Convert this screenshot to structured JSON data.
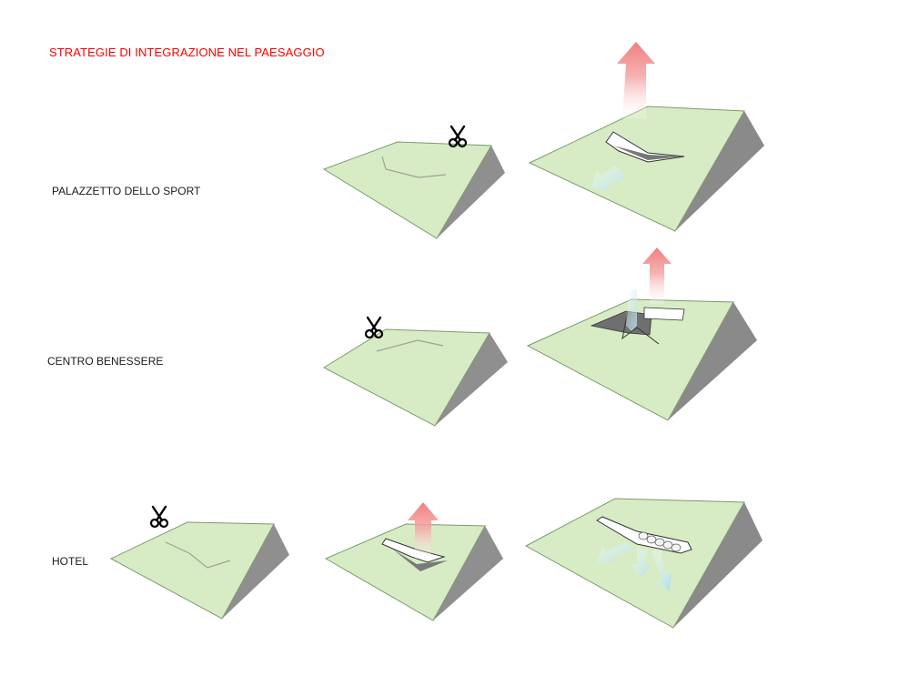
{
  "title": {
    "text": "STRATEGIE DI INTEGRAZIONE NEL PAESAGGIO",
    "color": "#ff0000"
  },
  "rows": [
    {
      "label": "PALAZZETTO DELLO SPORT"
    },
    {
      "label": "CENTRO BENESSERE"
    },
    {
      "label": "HOTEL"
    }
  ],
  "colors": {
    "terrain": "#d7ecc4",
    "terrain_stroke": "#6f8a5f",
    "shadow": "#8c8c8c",
    "heat_arrow": "#f28a8a",
    "cool_arrow": "#b9e2ef",
    "cut_line": "#9aa596"
  },
  "icons": [
    "scissors-icon",
    "heat-arrow-icon",
    "airflow-arrow-icon"
  ]
}
